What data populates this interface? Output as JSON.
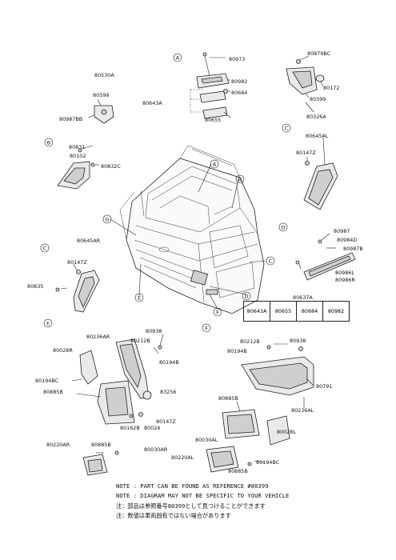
{
  "labels": {
    "p80973": "80973",
    "p80879BC": "80879BC",
    "p80530A": "80530A",
    "p80599": "80599",
    "p80982a": "80982",
    "p80684a": "80684",
    "p80172": "80172",
    "p80399": "80399",
    "p80643Aa": "80643A",
    "p80987BB": "80987BB",
    "p80655a": "80655",
    "p80326A": "80326A",
    "p80645AL": "80645AL",
    "p80831": "80831",
    "p80102": "80102",
    "p80147Za": "80147Z",
    "p80832C": "80832C",
    "p80645AR": "80645AR",
    "p80987": "80987",
    "p80984D": "80984D",
    "p80987B": "80987B",
    "p80147Zb": "80147Z",
    "p80986L": "80986L",
    "p80986R": "80986R",
    "p80835": "80835",
    "p80637A": "80637A",
    "p80938a": "80938",
    "p80236AR": "80236AR",
    "p80212Ba": "80212B",
    "p80028R": "80028R",
    "p80194Ba": "80194B",
    "p80212Bb": "80212B",
    "p80938b": "80938",
    "p80194Bb": "80194B",
    "p80194BCa": "80194BC",
    "p80885Ba": "80885B",
    "p83256": "83256",
    "p80791": "80791",
    "p80885Bb": "80885B",
    "p80162B": "80162B",
    "p80024": "80024",
    "p80147Zc": "80147Z",
    "p80236AL": "80236AL",
    "p80220AR": "80220AR",
    "p80885Bc": "80885B",
    "p80030AL": "80030AL",
    "p80028L": "80028L",
    "p80030AR": "80030AR",
    "p80220AL": "80220AL",
    "p80194BCb": "80194BC",
    "p80885Bd": "80885B"
  },
  "circles": {
    "A1": "A",
    "A2": "A",
    "B1": "B",
    "B2": "B",
    "C1": "C",
    "C2": "C",
    "C3": "C",
    "D1": "D",
    "D2": "D",
    "E1": "E",
    "E2": "E",
    "F1": "F",
    "F2": "F",
    "G1": "G"
  },
  "reference_table": [
    "80643A",
    "80655",
    "80684",
    "80982"
  ],
  "notes": [
    "NOTE : PART CAN BE FOUND AS REFERENCE #80399",
    "NOTE : DIAGRAM MAY NOT BE SPECIFIC TO YOUR VEHICLE",
    "注：部品は参照番号80399として見つけることができます",
    "注：数値は車両固有ではない場合があります"
  ]
}
